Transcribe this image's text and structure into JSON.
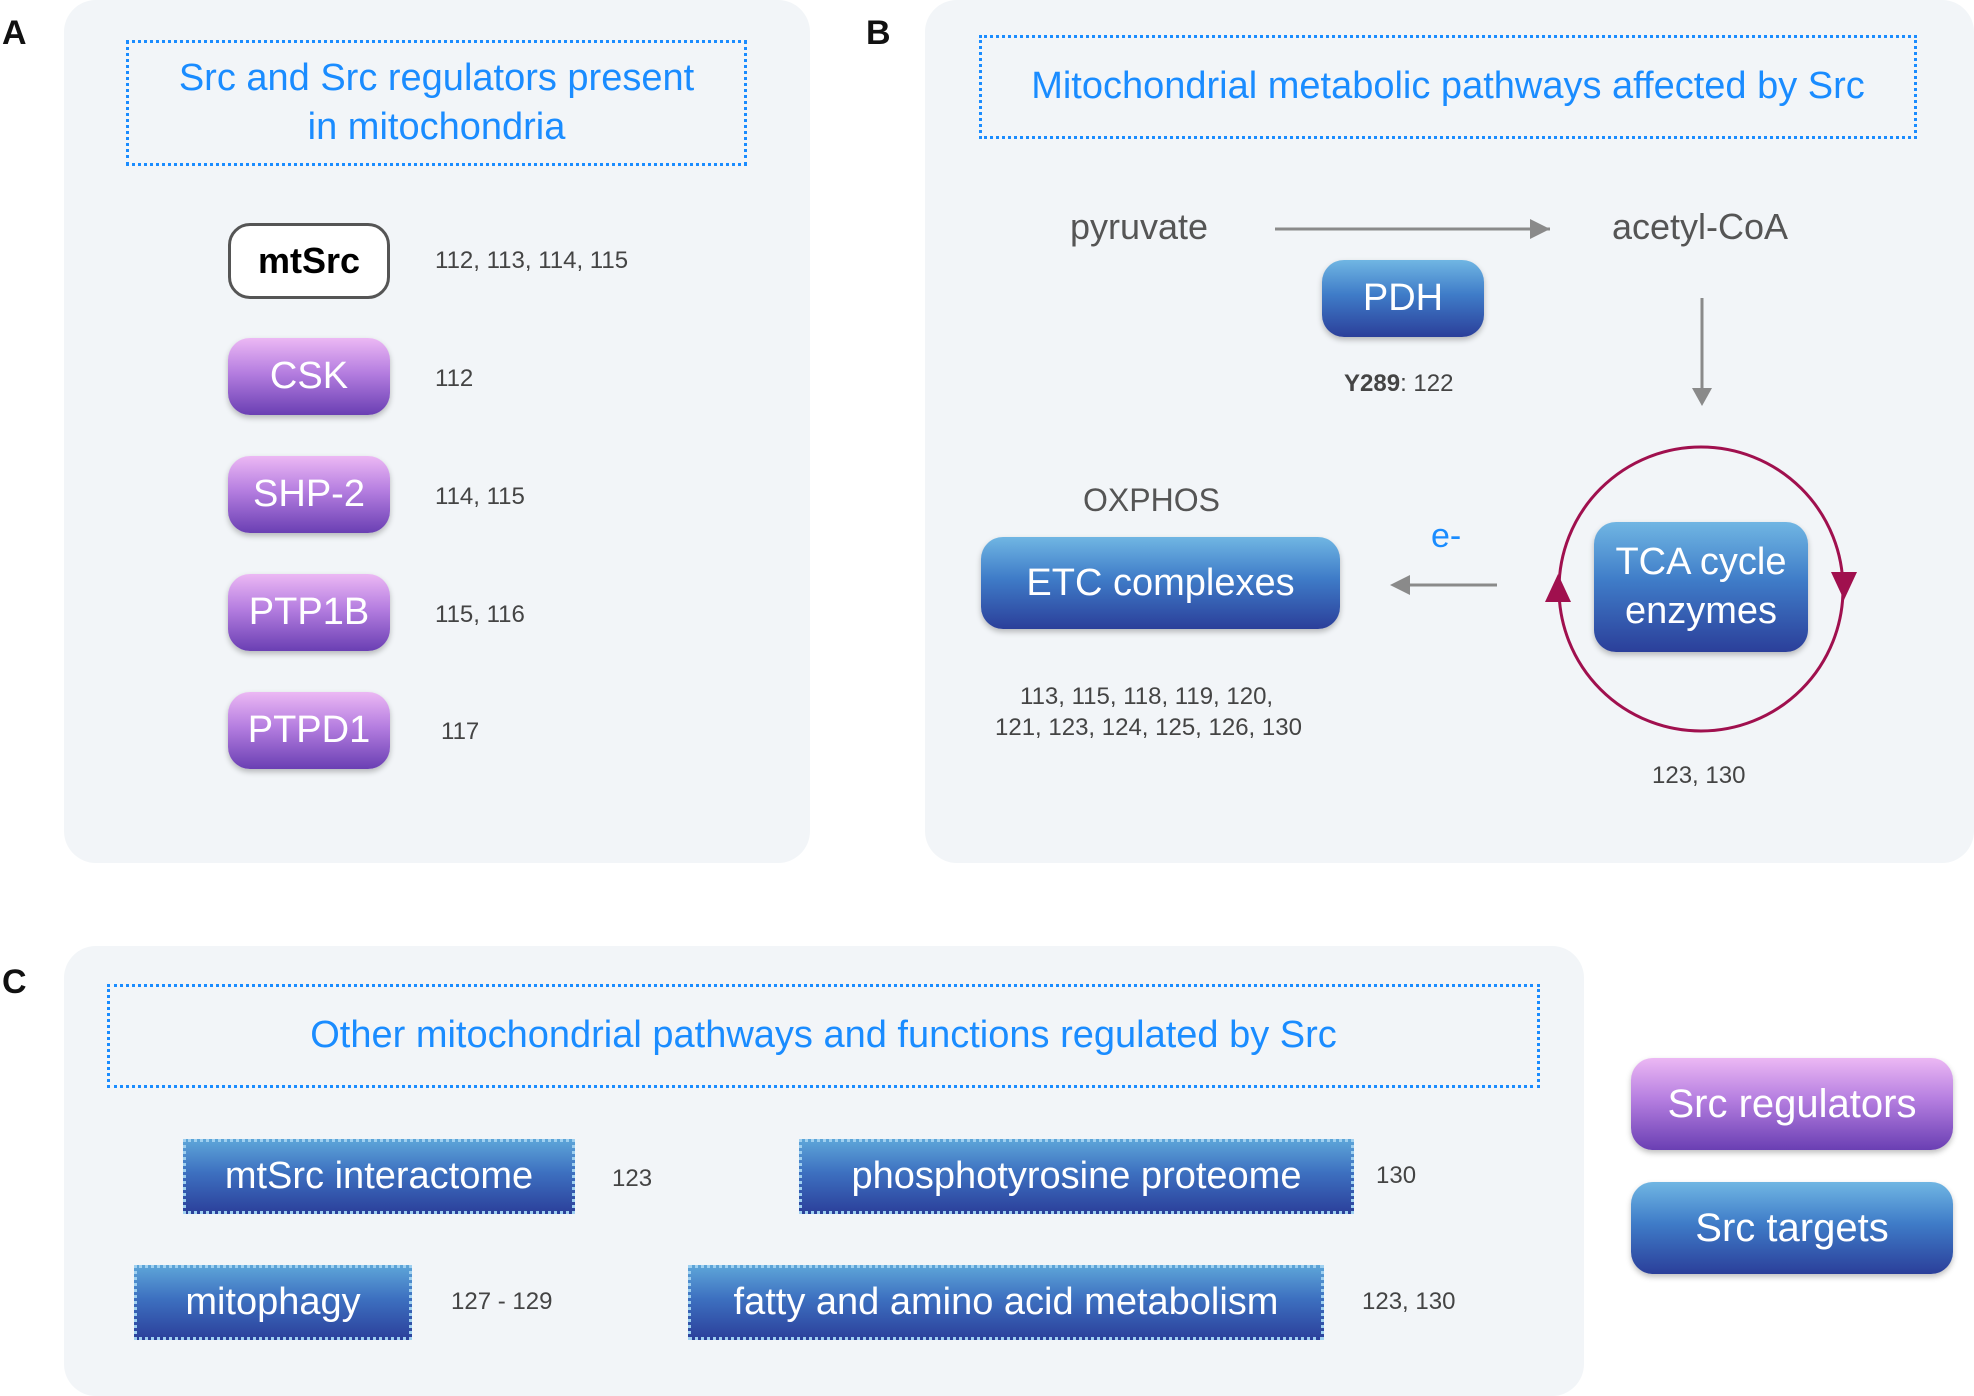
{
  "panel_a": {
    "label": "A",
    "title": "Src and Src regulators present in mitochondria",
    "items": [
      {
        "name": "mtSrc",
        "refs": "112, 113, 114, 115"
      },
      {
        "name": "CSK",
        "refs": "112"
      },
      {
        "name": "SHP-2",
        "refs": "114, 115"
      },
      {
        "name": "PTP1B",
        "refs": "115, 116"
      },
      {
        "name": "PTPD1",
        "refs": "117"
      }
    ]
  },
  "panel_b": {
    "label": "B",
    "title": "Mitochondrial metabolic pathways affected by Src",
    "pyruvate": "pyruvate",
    "acetyl_coa": "acetyl-CoA",
    "pdh": "PDH",
    "pdh_site": "Y289",
    "pdh_refs": ": 122",
    "oxphos": "OXPHOS",
    "etc": "ETC complexes",
    "electron": "e-",
    "etc_refs_line1": "113, 115, 118, 119, 120,",
    "etc_refs_line2": "121, 123, 124, 125, 126, 130",
    "tca": "TCA cycle enzymes",
    "tca_refs": "123, 130",
    "cycle_color": "#a0104e"
  },
  "panel_c": {
    "label": "C",
    "title": "Other mitochondrial pathways and functions regulated by Src",
    "items": [
      {
        "name": "mtSrc interactome",
        "refs": "123"
      },
      {
        "name": "phosphotyrosine proteome",
        "refs": "130"
      },
      {
        "name": "mitophagy",
        "refs": "127 - 129"
      },
      {
        "name": "fatty and amino acid metabolism",
        "refs": "123, 130"
      }
    ]
  },
  "legend": {
    "regulators": "Src regulators",
    "targets": "Src targets"
  },
  "colors": {
    "title_blue": "#1a8cff",
    "panel_bg": "#f2f5f8",
    "regulator_purple": "#8a5ccc",
    "target_blue": "#3a6cc0"
  }
}
